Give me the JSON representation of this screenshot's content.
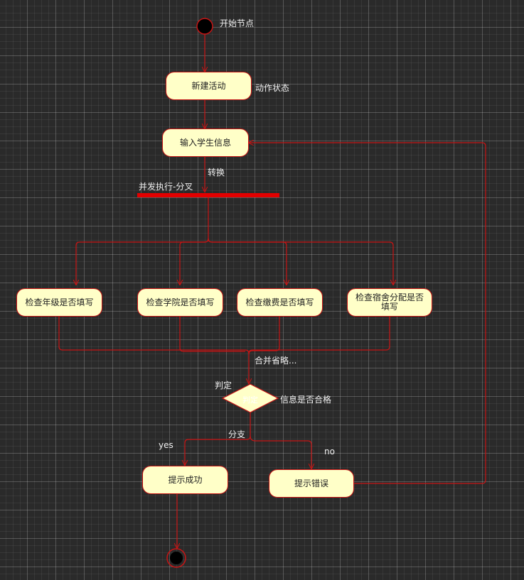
{
  "nodes": {
    "new_activity": "新建活动",
    "input_info": "输入学生信息",
    "check_grade": "检查年级是否填写",
    "check_college": "检查学院是否填写",
    "check_fee": "检查缴费是否填写",
    "check_dorm": "检查宿舍分配是否填写",
    "prompt_success": "提示成功",
    "prompt_error": "提示错误"
  },
  "labels": {
    "start_node": "开始节点",
    "action_state": "动作状态",
    "transition": "转换",
    "fork": "并发执行-分叉",
    "merge": "合并省略...",
    "decision": "判定",
    "decision_inside": "判定",
    "decision_condition": "信息是否合格",
    "branch": "分支",
    "yes": "yes",
    "no": "no"
  },
  "colors": {
    "stroke": "#c81414",
    "node_fill": "#ffffc8",
    "fork_bar": "#e30000",
    "canvas": "#2a2a2a"
  }
}
